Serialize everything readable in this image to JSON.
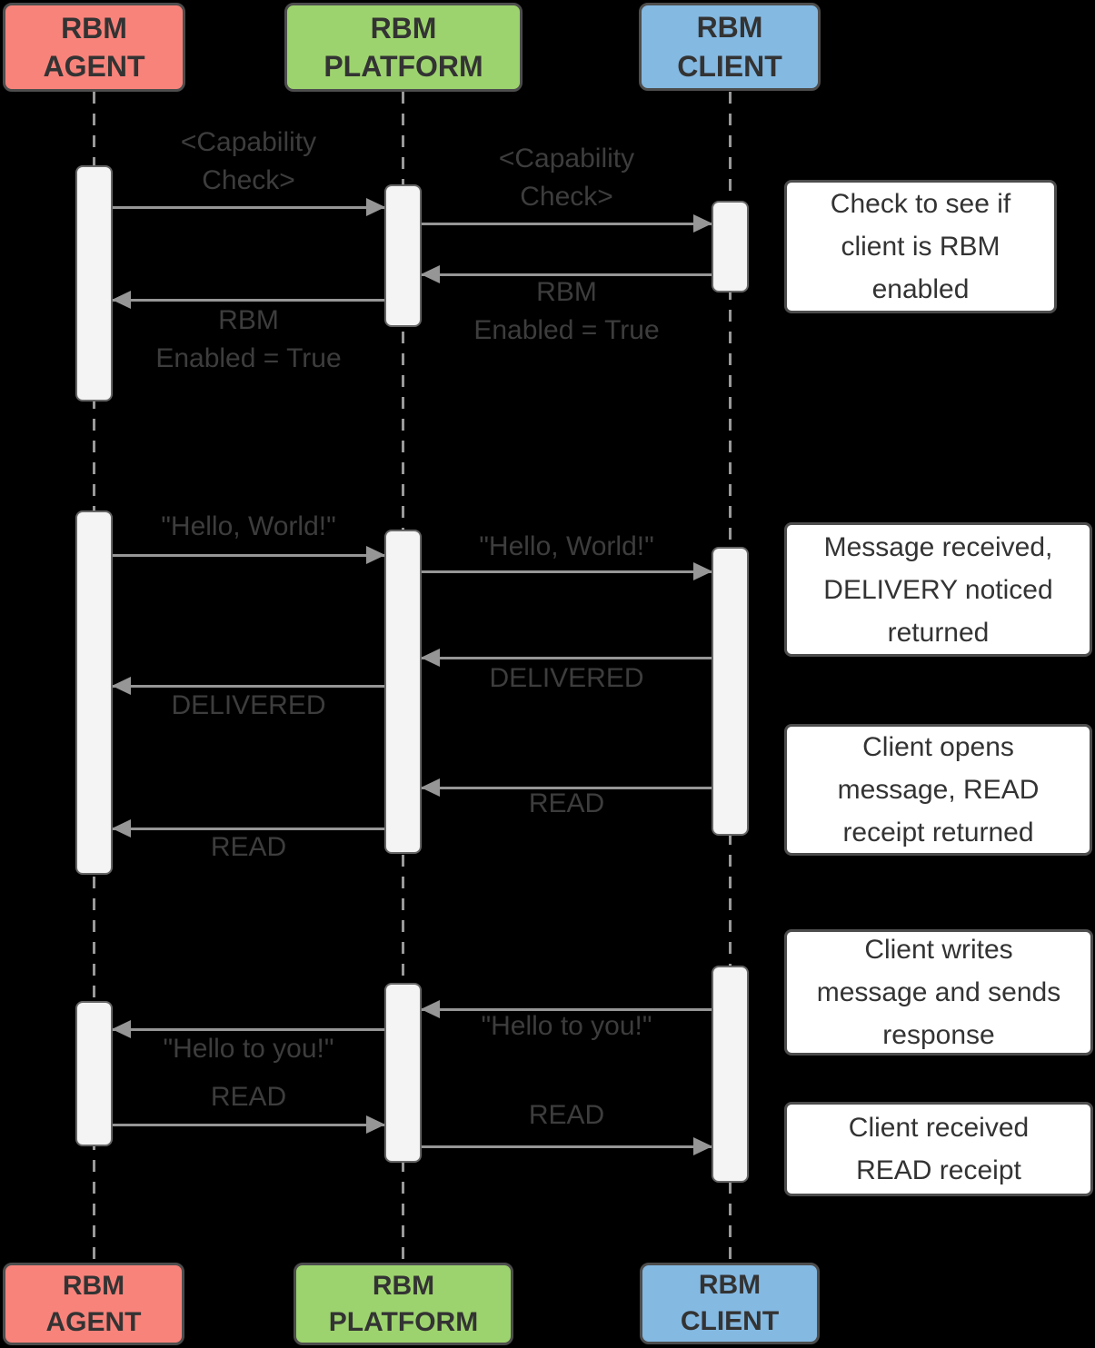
{
  "diagram_type": "sequence-diagram",
  "actors": {
    "agent": {
      "name": [
        "RBM",
        "AGENT"
      ],
      "color": "#f8837b"
    },
    "platform": {
      "name": [
        "RBM",
        "PLATFORM"
      ],
      "color": "#9dd36e"
    },
    "client": {
      "name": [
        "RBM",
        "CLIENT"
      ],
      "color": "#84b9e2"
    }
  },
  "colors": {
    "background": "#000000",
    "actor_border": "#4d4d4d",
    "activation_fill": "#f4f4f4",
    "activation_border": "#666666",
    "arrow": "#969696",
    "lifeline": "#999999",
    "label_text": "#3d3d3d",
    "note_background": "#ffffff",
    "note_border": "#4d4d4d",
    "note_text": "#333333"
  },
  "messages": {
    "cap_check_left": [
      "<Capability",
      "Check>"
    ],
    "cap_check_right": [
      "<Capability",
      "Check>"
    ],
    "rbm_enabled_right": [
      "RBM",
      "Enabled = True"
    ],
    "rbm_enabled_left": [
      "RBM",
      "Enabled = True"
    ],
    "hello_world_left": "\"Hello, World!\"",
    "hello_world_right": "\"Hello, World!\"",
    "delivered_right": "DELIVERED",
    "delivered_left": "DELIVERED",
    "read_right": "READ",
    "read_left": "READ",
    "hello_you_right": "\"Hello to you!\"",
    "hello_you_left": "\"Hello to you!\"",
    "read2_left": "READ",
    "read2_right": "READ"
  },
  "notes": {
    "capability": [
      "Check to see if",
      "client is RBM",
      "enabled"
    ],
    "delivery": [
      "Message received,",
      "DELIVERY noticed",
      "returned"
    ],
    "read": [
      "Client opens",
      "message, READ",
      "receipt returned"
    ],
    "response": [
      "Client writes",
      "message and sends",
      "response"
    ],
    "read_receipt": [
      "Client received",
      "READ receipt"
    ]
  }
}
